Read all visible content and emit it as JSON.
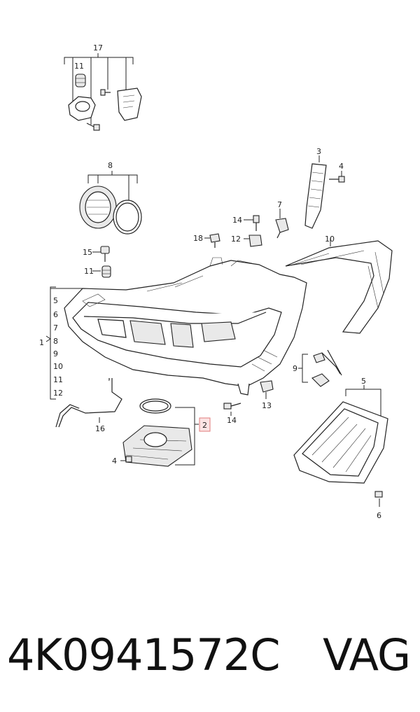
{
  "callouts": {
    "c1": "1",
    "c2": "2",
    "c3": "3",
    "c4a": "4",
    "c4b": "4",
    "c5a": "5",
    "c5b": "5",
    "c6a": "6",
    "c6b": "6",
    "c7a": "7",
    "c7b": "7",
    "c8a": "8",
    "c8b": "8",
    "c9a": "9",
    "c9b": "9",
    "c10a": "10",
    "c10b": "10",
    "c11a": "11",
    "c11b": "11",
    "c11c": "11",
    "c12a": "12",
    "c12b": "12",
    "c13": "13",
    "c14a": "14",
    "c14b": "14",
    "c15": "15",
    "c16": "16",
    "c17": "17",
    "c18": "18"
  },
  "caption": {
    "part_number": "4K0941572C",
    "brand": "VAG"
  },
  "colors": {
    "highlight_fill": "#fbe4e4",
    "highlight_stroke": "#e07b7b",
    "line": "#222222"
  }
}
